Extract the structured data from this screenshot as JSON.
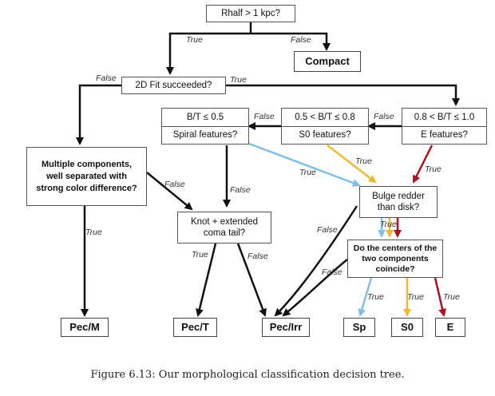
{
  "nodes": {
    "rhalf": "Rhalf > 1 kpc?",
    "compact": "Compact",
    "fit2d": "2D Fit succeeded?",
    "bt_low": {
      "top": "B/T ≤ 0.5",
      "bottom": "Spiral features?"
    },
    "bt_mid": {
      "top": "0.5 < B/T ≤ 0.8",
      "bottom": "S0 features?"
    },
    "bt_high": {
      "top": "0.8 < B/T ≤ 1.0",
      "bottom": "E features?"
    },
    "multi": "Multiple components, well separated with strong color difference?",
    "knot": "Knot + extended coma tail?",
    "bulge": "Bulge redder than disk?",
    "centers": "Do the centers of the two components coincide?",
    "pec_m": "Pec/M",
    "pec_t": "Pec/T",
    "pec_irr": "Pec/Irr",
    "sp": "Sp",
    "s0": "S0",
    "e": "E"
  },
  "labels": {
    "true": "True",
    "false": "False"
  },
  "colors": {
    "spiral_path": "#7fbfe8",
    "s0_path": "#f0b830",
    "e_path": "#b01020",
    "default_path": "#111111"
  },
  "caption": "Figure 6.13: Our morphological classification decision tree."
}
